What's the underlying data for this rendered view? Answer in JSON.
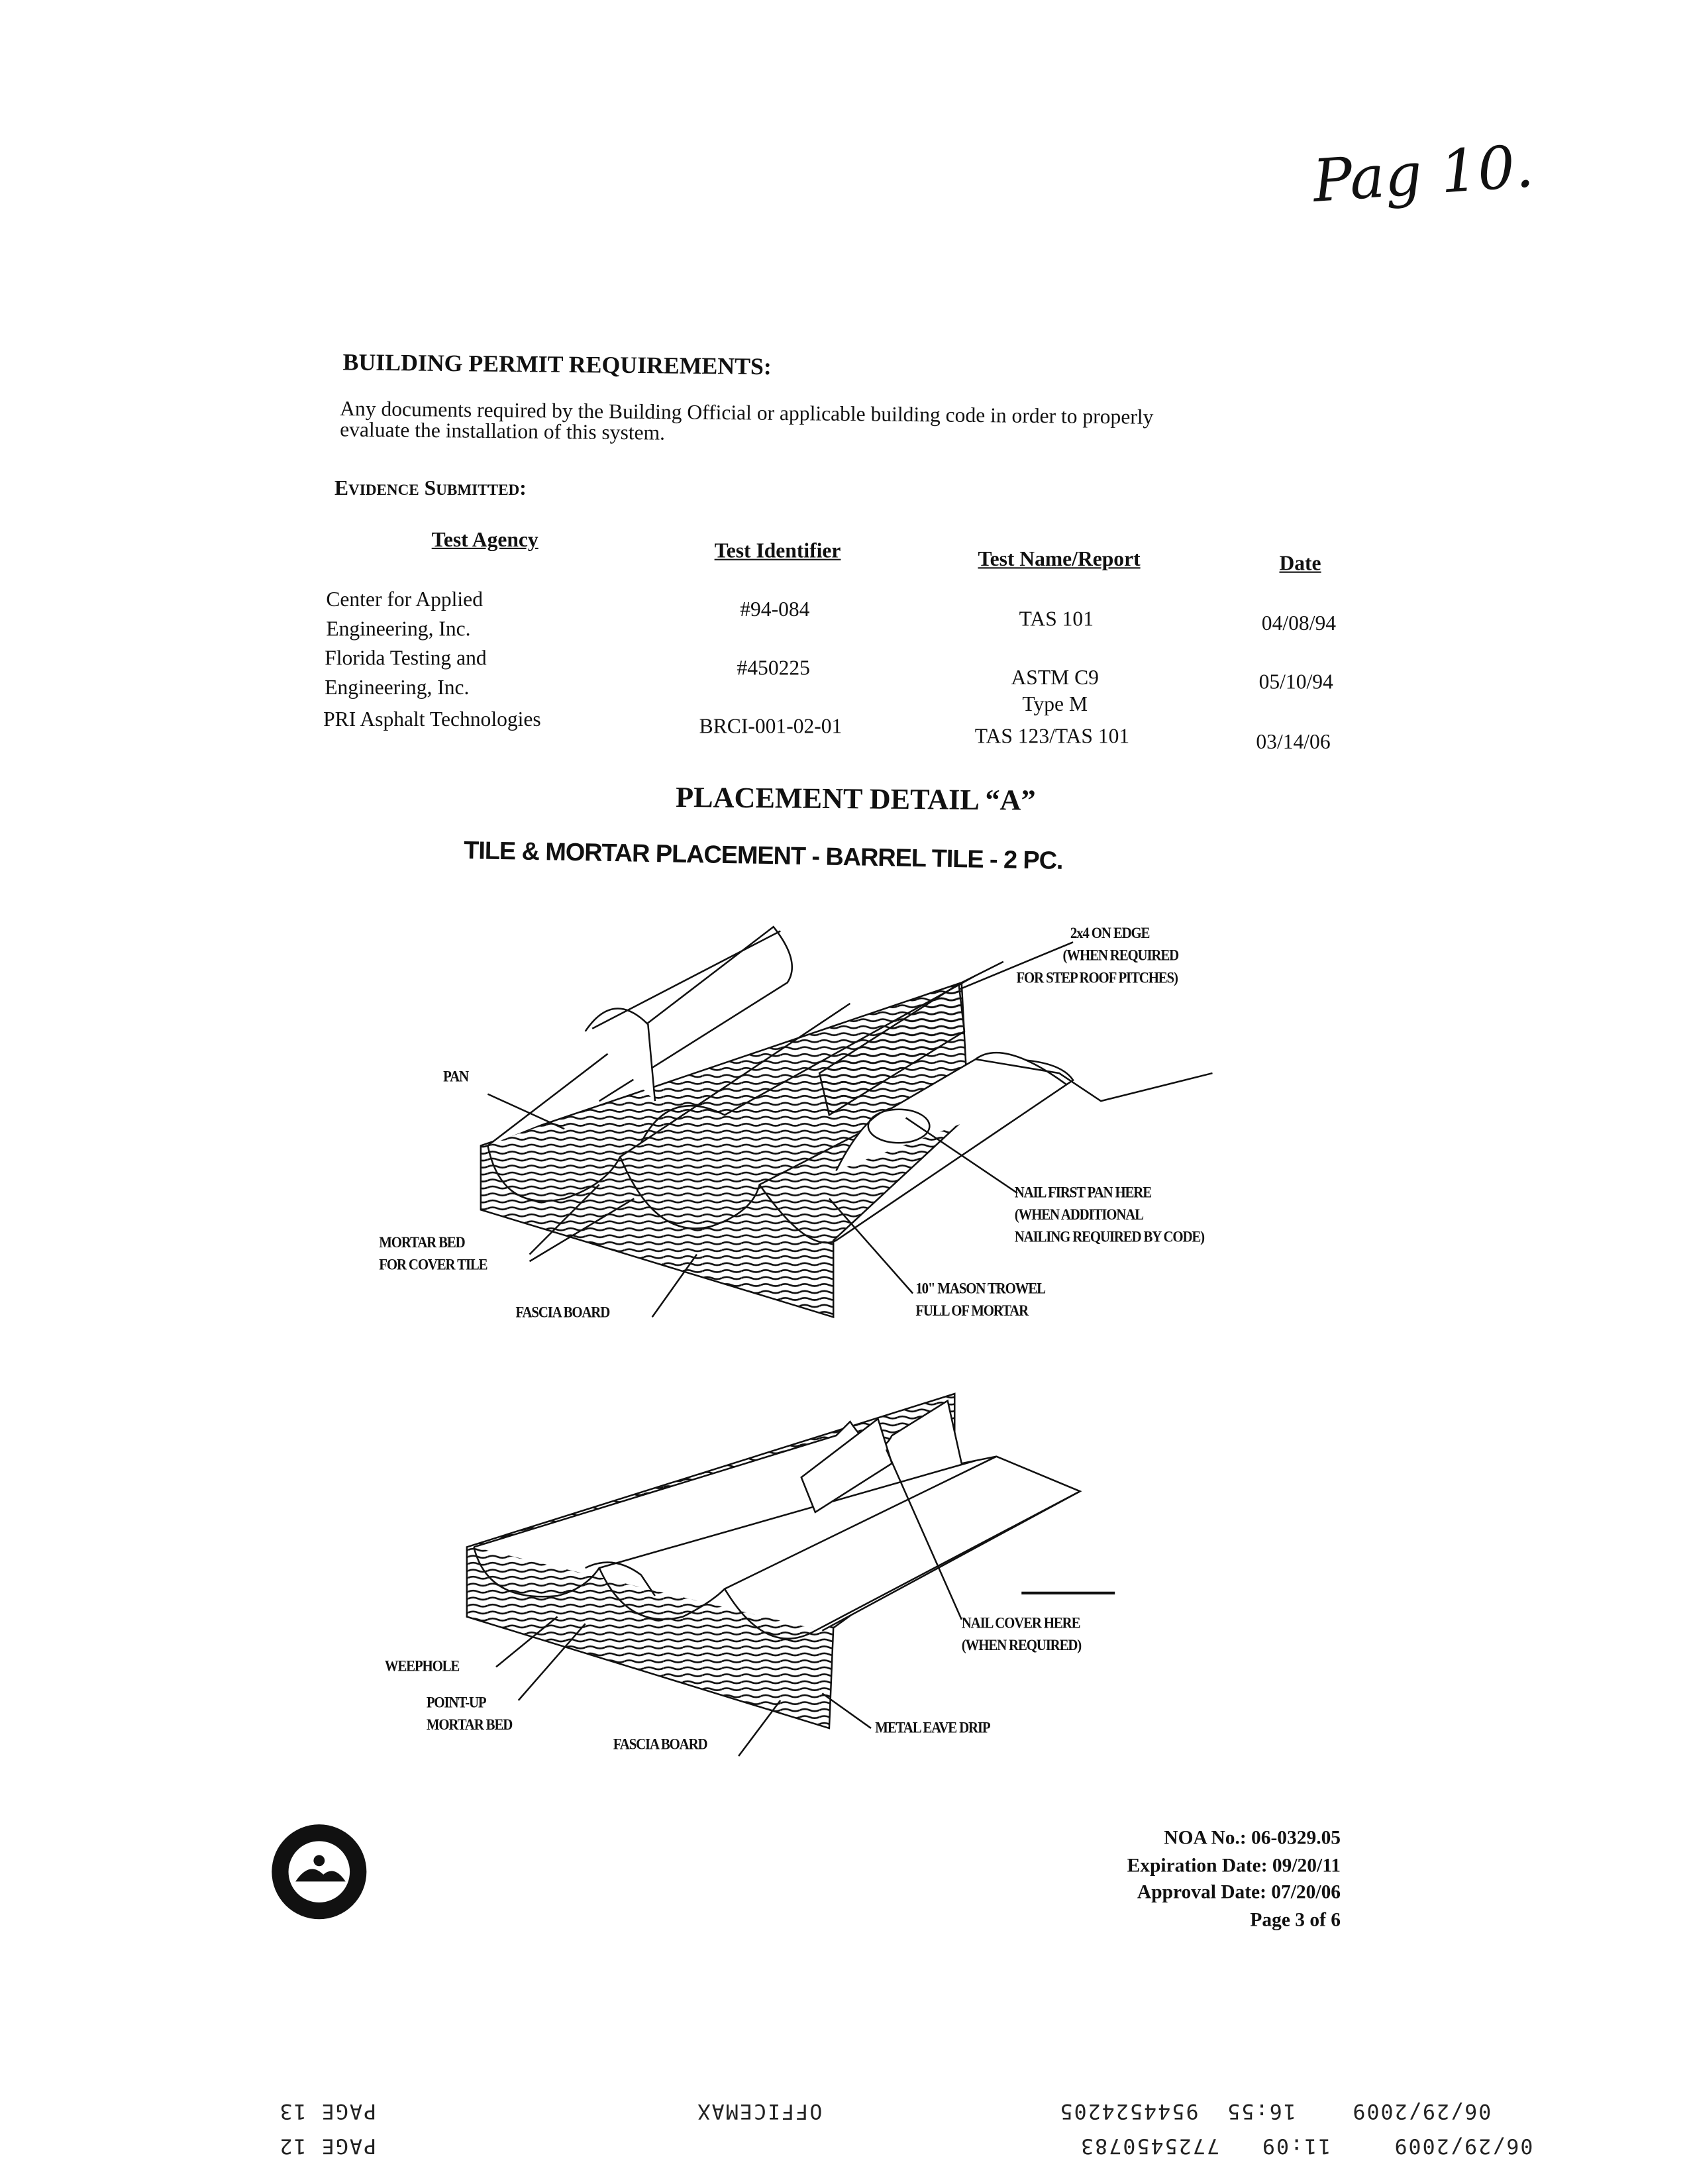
{
  "handwritten_note": "Pag 10.",
  "building_permit": {
    "heading": "BUILDING PERMIT REQUIREMENTS:",
    "text_line1": "Any documents required by the Building Official or applicable building code in order to properly",
    "text_line2": "evaluate the installation of this system."
  },
  "evidence": {
    "heading": "Evidence Submitted:",
    "columns": [
      "Test Agency",
      "Test Identifier",
      "Test Name/Report",
      "Date"
    ],
    "rows": [
      {
        "agency_line1": "Center for Applied",
        "agency_line2": "Engineering, Inc.",
        "identifier": "#94-084",
        "test_name": "TAS 101",
        "date": "04/08/94"
      },
      {
        "agency_line1": "Florida Testing and",
        "agency_line2": "Engineering, Inc.",
        "identifier": "#450225",
        "test_name": "ASTM C9",
        "test_name_line2": "Type M",
        "date": "05/10/94"
      },
      {
        "agency_line1": "PRI Asphalt Technologies",
        "identifier": "BRCI-001-02-01",
        "test_name": "TAS 123/TAS 101",
        "date": "03/14/06"
      }
    ]
  },
  "placement": {
    "title": "PLACEMENT DETAIL “A”",
    "subtitle": "TILE & MORTAR PLACEMENT - BARREL TILE - 2 PC."
  },
  "diagram1_labels": {
    "edge_1": "2x4 ON EDGE",
    "edge_2": "(WHEN REQUIRED",
    "edge_3": "FOR STEP ROOF PITCHES)",
    "pan": "PAN",
    "nail_1": "NAIL FIRST PAN HERE",
    "nail_2": "(WHEN ADDITIONAL",
    "nail_3": "NAILING REQUIRED BY CODE)",
    "mortar_1": "MORTAR BED",
    "mortar_2": "FOR COVER TILE",
    "fascia": "FASCIA BOARD",
    "trowel_1": "10\" MASON TROWEL",
    "trowel_2": "FULL OF MORTAR"
  },
  "diagram2_labels": {
    "nail_1": "NAIL COVER HERE",
    "nail_2": "(WHEN REQUIRED)",
    "weephole": "WEEPHOLE",
    "point_1": "POINT-UP",
    "point_2": "MORTAR BED",
    "fascia": "FASCIA BOARD",
    "drip": "METAL EAVE DRIP"
  },
  "approval": {
    "noa": "NOA No.:  06-0329.05",
    "expiration": "Expiration Date:  09/20/11",
    "approval_date": "Approval Date:  07/20/06",
    "page": "Page 3 of 6"
  },
  "fax_header_1": {
    "date": "06/29/2009",
    "time": "16:55",
    "phone": "9544524205",
    "sender": "OFFICEMAX",
    "page": "PAGE  13"
  },
  "fax_header_2": {
    "date": "06/29/2009",
    "time": "11:09",
    "phone": "7725450783",
    "page": "PAGE  12"
  }
}
